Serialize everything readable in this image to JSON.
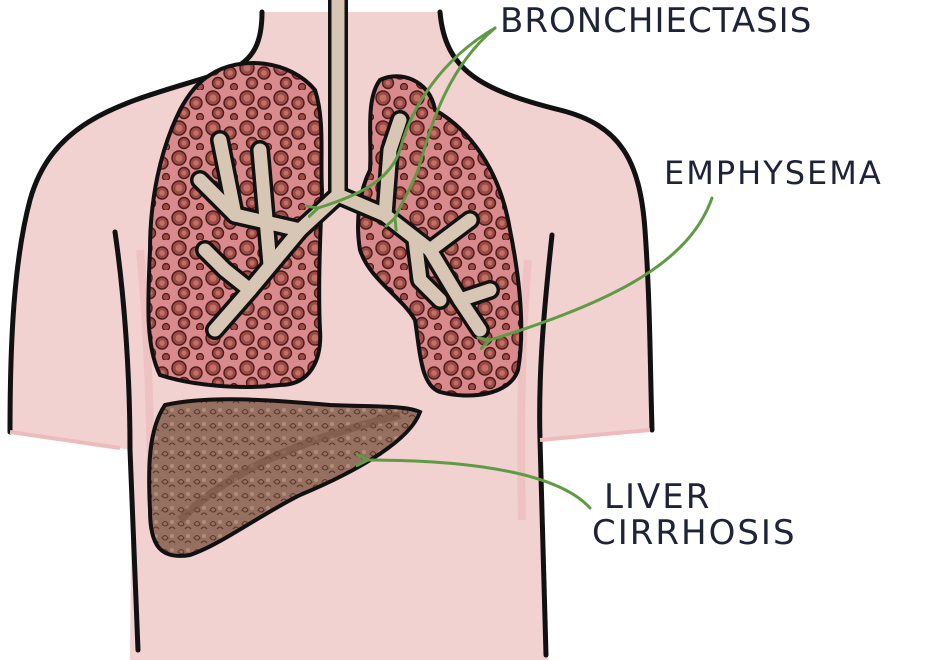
{
  "diagram": {
    "type": "anatomical-illustration",
    "subject": "torso with lungs and liver",
    "colors": {
      "skin": "#f2d1d1",
      "skin_shade": "#ecbcbc",
      "outline": "#111111",
      "lung_fill": "#d9868a",
      "lung_nodule": "#9c4a46",
      "airway": "#d8c6b4",
      "liver": "#8c6453",
      "arrow": "#5f9a45",
      "label_text": "#1f2338"
    },
    "labels": [
      {
        "id": "bronchiectasis",
        "text": "BRONCHIECTASIS",
        "points_to": "bronchi"
      },
      {
        "id": "emphysema",
        "text": "EMPHYSEMA",
        "points_to": "left lung lower lobe"
      },
      {
        "id": "liver_cirrhosis",
        "line1": "LIVER",
        "line2": "CIRRHOSIS",
        "points_to": "liver"
      }
    ]
  }
}
